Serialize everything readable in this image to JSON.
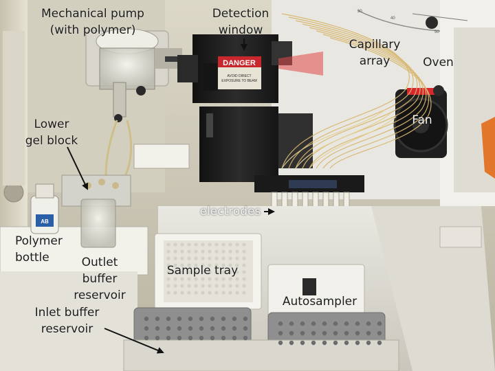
{
  "labels": {
    "mechanical_pump": "Mechanical pump\n(with polymer)",
    "detection_window": "Detection\nwindow",
    "capillary_array": "Capillary\narray",
    "oven": "Oven",
    "fan": "Fan",
    "lower_gel_block": "Lower\ngel block",
    "electrodes": "electrodes",
    "polymer_bottle": "Polymer\nbottle",
    "outlet_buffer_reservoir": "Outlet\nbuffer\nreservoir",
    "inlet_buffer_reservoir": "Inlet buffer\nreservoir",
    "sample_tray": "Sample tray",
    "autosampler": "Autosampler"
  },
  "device_text": {
    "danger_sign": "DANGER",
    "warning_text": "AVOID DIRECT\nEXPOSURE TO BEAM",
    "bottle_label": "AB",
    "scale_30": "30",
    "scale_40": "40",
    "scale_50": "50"
  },
  "colors": {
    "arrow": "#111111",
    "danger_red": "#c8272d",
    "capillary": "#d8b770",
    "laser_red": "#e04848",
    "instrument_white": "#ececea",
    "dark_block": "#222222"
  }
}
